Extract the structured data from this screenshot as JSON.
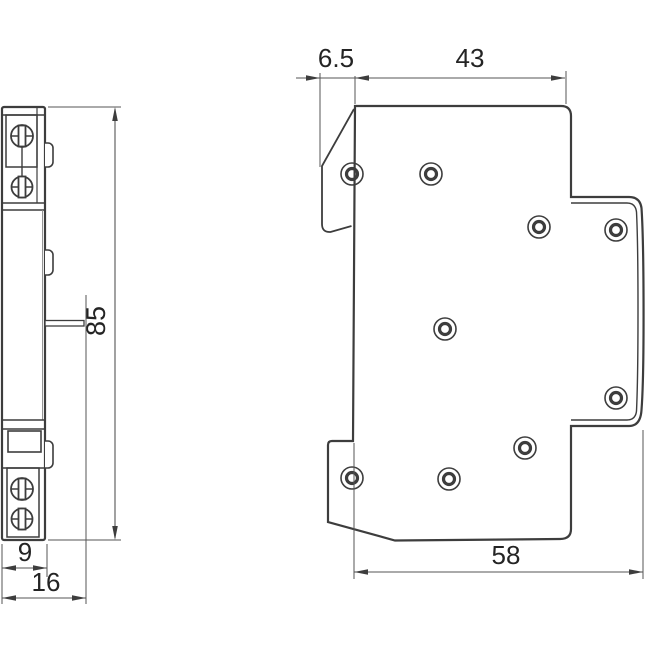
{
  "drawing": {
    "background": "#ffffff",
    "line_color": "#3d3d3d",
    "thin_line_color": "#555555",
    "text_color": "#242424",
    "labels": {
      "dim_6_5": "6.5",
      "dim_43": "43",
      "dim_85": "85",
      "dim_9": "9",
      "dim_16": "16",
      "dim_58": "58"
    }
  }
}
